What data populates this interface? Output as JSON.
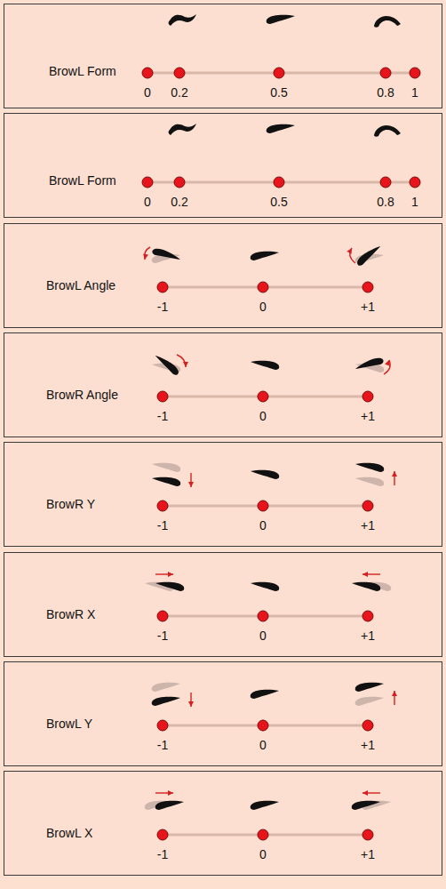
{
  "diagram": {
    "nodes": [
      {
        "text": [
          "BrowL Form",
          "0",
          "0.2",
          "0.5",
          "0.8",
          "1"
        ]
      },
      {
        "text": [
          "BrowL Form",
          "0",
          "0.2",
          "0.5",
          "0.8",
          "1"
        ]
      },
      {
        "text": [
          "BrowL Angle",
          "-1",
          "0",
          "+1"
        ]
      },
      {
        "text": [
          "BrowR Angle",
          "-1",
          "0",
          "+1"
        ]
      },
      {
        "text": [
          "BrowR Y",
          "-1",
          "0",
          "+1"
        ]
      },
      {
        "text": [
          "BrowR X",
          "-1",
          "0",
          "+1"
        ]
      },
      {
        "text": [
          "BrowL Y",
          "-1",
          "0",
          "+1"
        ]
      },
      {
        "text": [
          "BrowL X",
          "-1",
          "0",
          "+1"
        ]
      }
    ]
  }
}
